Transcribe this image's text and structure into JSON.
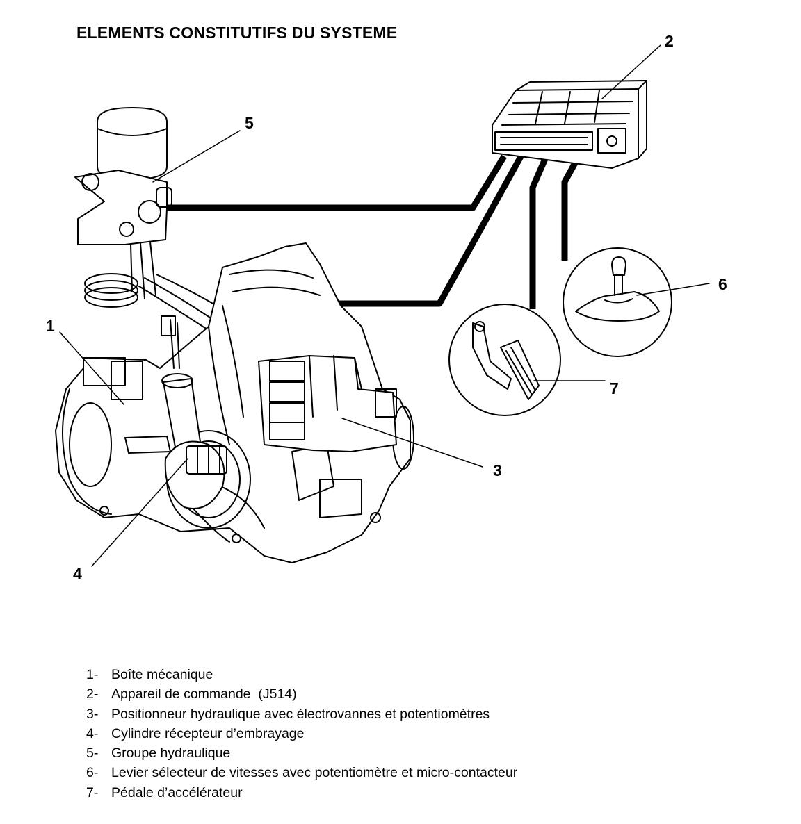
{
  "title": "ELEMENTS CONSTITUTIFS DU SYSTEME",
  "callouts": [
    "1",
    "2",
    "3",
    "4",
    "5",
    "6",
    "7"
  ],
  "legend": [
    {
      "num": "1-",
      "text": "Boîte mécanique"
    },
    {
      "num": "2-",
      "text": "Appareil de commande  (J514)"
    },
    {
      "num": "3-",
      "text": "Positionneur hydraulique avec électrovannes et potentiomètres"
    },
    {
      "num": "4-",
      "text": "Cylindre récepteur d’embrayage"
    },
    {
      "num": "5-",
      "text": "Groupe hydraulique"
    },
    {
      "num": "6-",
      "text": "Levier sélecteur de vitesses avec potentiomètre et micro-contacteur"
    },
    {
      "num": "7-",
      "text": "Pédale d’accélérateur"
    }
  ]
}
